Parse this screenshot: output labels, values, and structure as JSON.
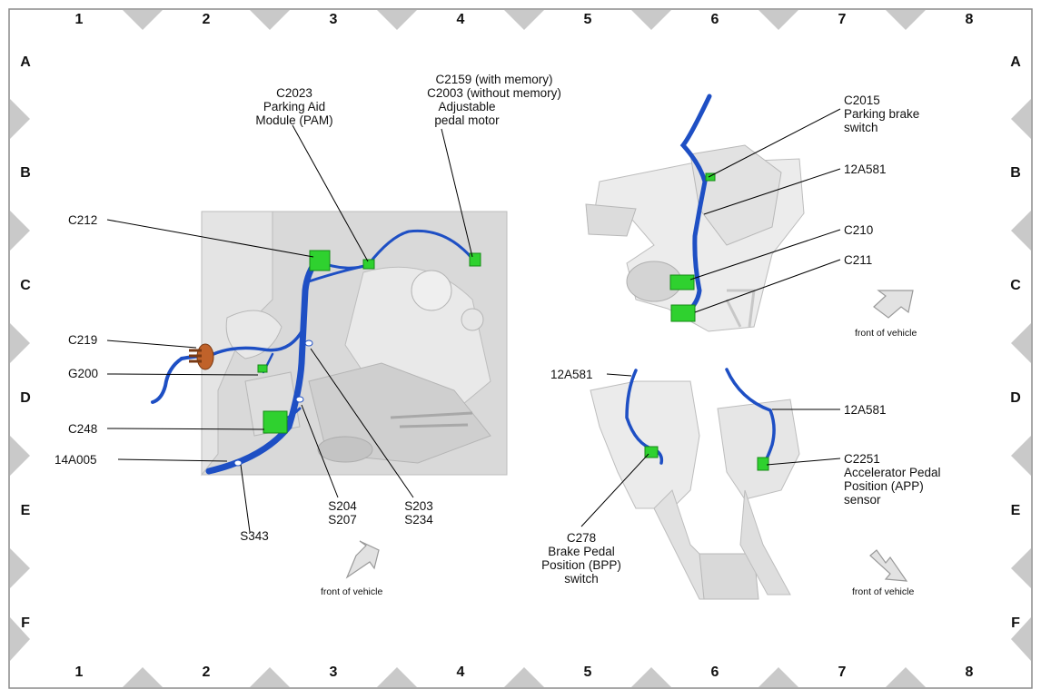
{
  "grid": {
    "columns": [
      "1",
      "2",
      "3",
      "4",
      "5",
      "6",
      "7",
      "8"
    ],
    "rows": [
      "A",
      "B",
      "C",
      "D",
      "E",
      "F"
    ]
  },
  "colors": {
    "harness": "#1e4fc4",
    "connector": "#2fd12f",
    "ground_connector": "#c0622a",
    "structure": "#cfcfcf",
    "frame": "#8a8a8a"
  },
  "labels": {
    "c2023": [
      "C2023",
      "Parking Aid",
      "Module (PAM)"
    ],
    "c2159": [
      "C2159  (with memory)",
      "C2003  (without memory)",
      "Adjustable",
      "pedal motor"
    ],
    "c212": "C212",
    "c219": "C219",
    "g200": "G200",
    "c248": "C248",
    "h14a005": "14A005",
    "s343": "S343",
    "s204": [
      "S204",
      "S207"
    ],
    "s203": [
      "S203",
      "S234"
    ],
    "c2015": [
      "C2015",
      "Parking brake",
      "switch"
    ],
    "h12a581_b": "12A581",
    "c210": "C210",
    "c211": "C211",
    "h12a581_left": "12A581",
    "h12a581_right": "12A581",
    "c2251": [
      "C2251",
      "Accelerator Pedal",
      "Position (APP)",
      "sensor"
    ],
    "c278": [
      "C278",
      "Brake Pedal",
      "Position (BPP)",
      "switch"
    ]
  },
  "front_of_vehicle": [
    "front of vehicle",
    "front of vehicle",
    "front of vehicle"
  ],
  "icons": [
    "direction-arrow-icon",
    "connector-icon",
    "splice-icon",
    "ground-icon"
  ]
}
